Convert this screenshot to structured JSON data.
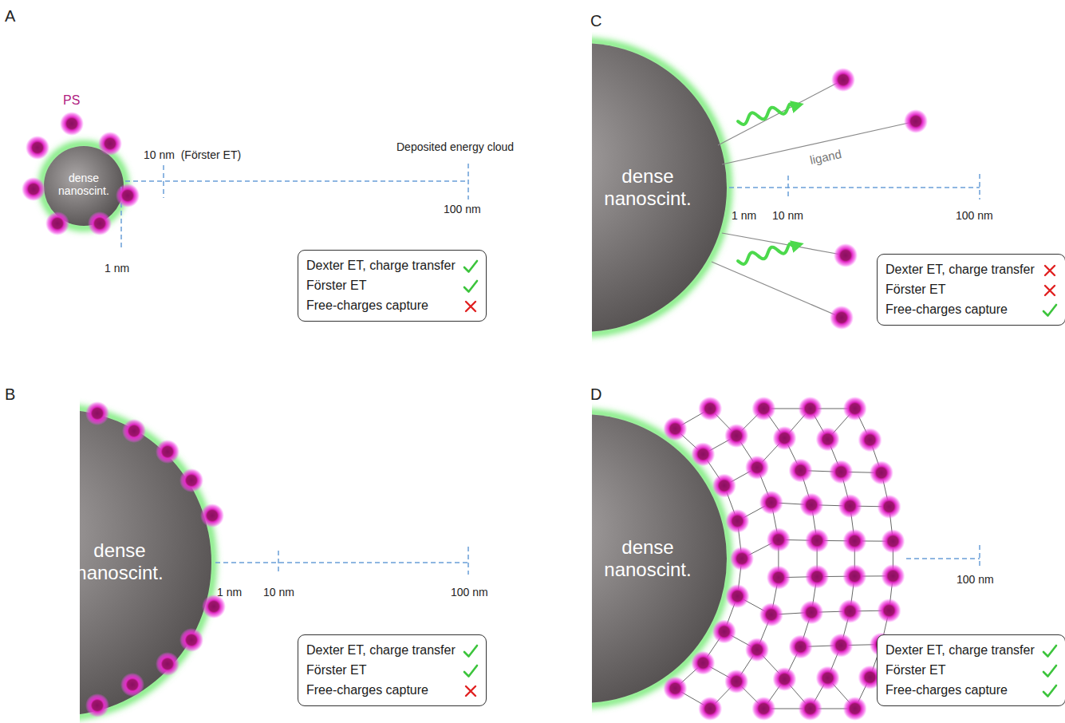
{
  "diagram": {
    "nodes": [
      {
        "text": [
          "dense nanoscint."
        ]
      },
      {
        "text": [
          "Dexter ET, charge transfer",
          "Förster ET",
          "Free-charges capture"
        ]
      },
      {
        "text": [
          "dense nanoscint."
        ]
      },
      {
        "text": [
          "Dexter ET, charge transfer",
          "Förster ET",
          "Free-charges capture"
        ]
      },
      {
        "text": [
          "dense nanoscint."
        ]
      },
      {
        "text": [
          "Dexter ET, charge transfer",
          "Förster ET",
          "Free-charges capture"
        ]
      },
      {
        "text": [
          "dense nanoscint."
        ]
      },
      {
        "text": [
          "Dexter ET, charge transfer",
          "Förster ET",
          "Free-charges capture"
        ]
      }
    ],
    "labels": [
      "A",
      "PS",
      "10 nm  (Förster ET)",
      "Deposited energy cloud",
      "100 nm",
      "1 nm",
      "B",
      "1 nm",
      "10 nm",
      "100 nm",
      "C",
      "ligand",
      "1 nm",
      "10 nm",
      "100 nm",
      "D",
      "100 nm"
    ]
  }
}
